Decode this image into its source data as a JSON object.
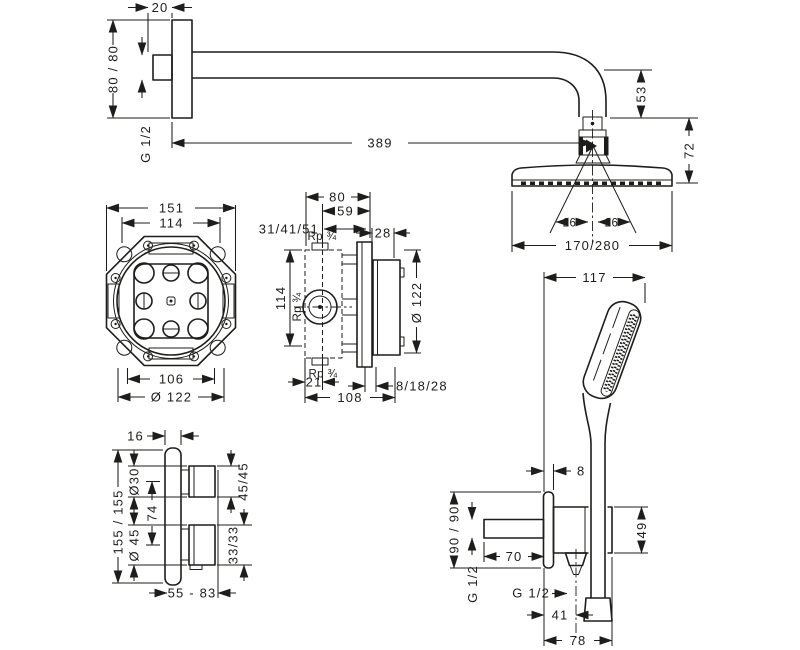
{
  "drawing": {
    "background": "#ffffff",
    "line_color": "#1d1d1b",
    "description": "shower-set technical dimension drawing",
    "dims": {
      "arm_20": "20",
      "arm_80_80": "80 / 80",
      "arm_g12": "G 1/2",
      "arm_389": "389",
      "head_53": "53",
      "head_72": "72",
      "head_26l": "26°",
      "head_26r": "26°",
      "head_170_280": "170/280",
      "ibox_151": "151",
      "ibox_114": "114",
      "ibox_106": "106",
      "ibox_122": "Ø 122",
      "side_80": "80",
      "side_59": "59",
      "side_31": "31/41/51",
      "side_28": "28",
      "side_rp_top": "Rp ¾",
      "side_114": "114",
      "side_rp_mid": "Rp ¾",
      "side_122": "Ø 122",
      "side_rp_bot": "Rp ¾",
      "side_21": "21",
      "side_8_18_28": "8/18/28",
      "side_108": "108",
      "hand_117": "117",
      "hand_8": "8",
      "th_16": "16",
      "th_155": "155 / 155",
      "th_o30": "Ø30",
      "th_74": "74",
      "th_o45": "Ø 45",
      "th_45": "45/45",
      "th_33": "33/33",
      "th_55_83": "55 - 83",
      "out_90": "90 / 90",
      "out_70": "70",
      "out_g12_v": "G 1/2",
      "out_g12_h": "G 1/2",
      "out_49": "49",
      "out_41": "41",
      "out_78": "78"
    }
  }
}
